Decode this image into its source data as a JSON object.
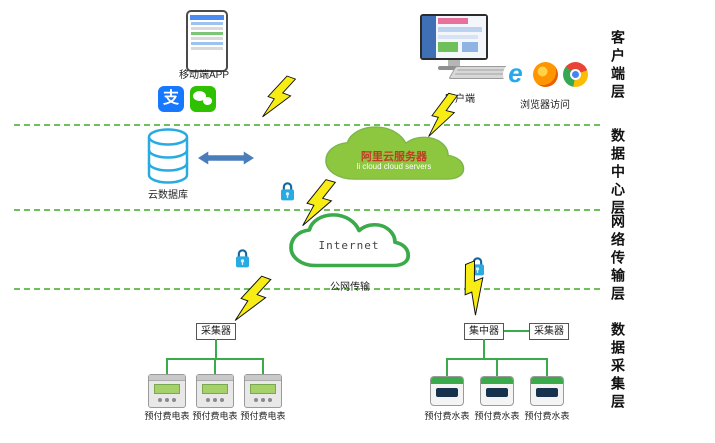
{
  "layers": {
    "client": "客户端层",
    "datacenter": "数据中心层",
    "network": "网络传输层",
    "acquisition": "数据采集层"
  },
  "client_layer": {
    "mobile_app": "移动端APP",
    "client": "客户端",
    "browser": "浏览器访问",
    "alipay_glyph": "支",
    "ie_glyph": "e"
  },
  "datacenter_layer": {
    "cloud_db": "云数据库",
    "ali_cloud_title": "阿里云服务器",
    "ali_cloud_subtitle": "li cloud  cloud servers"
  },
  "network_layer": {
    "internet": "Internet",
    "public_net": "公网传输"
  },
  "acquisition_layer": {
    "collector_left": "采集器",
    "concentrator": "集中器",
    "collector_right": "采集器",
    "electric_meters": [
      "预付费电表",
      "预付费电表",
      "预付费电表"
    ],
    "water_meters": [
      "预付费水表",
      "预付费水表",
      "预付费水表"
    ]
  },
  "colors": {
    "divider_green": "#6fbf5a",
    "cloud_green": "#8dc63f",
    "line_green": "#3aaa4a",
    "lock_blue": "#29abe2",
    "bolt_yellow": "#f7ec13"
  }
}
